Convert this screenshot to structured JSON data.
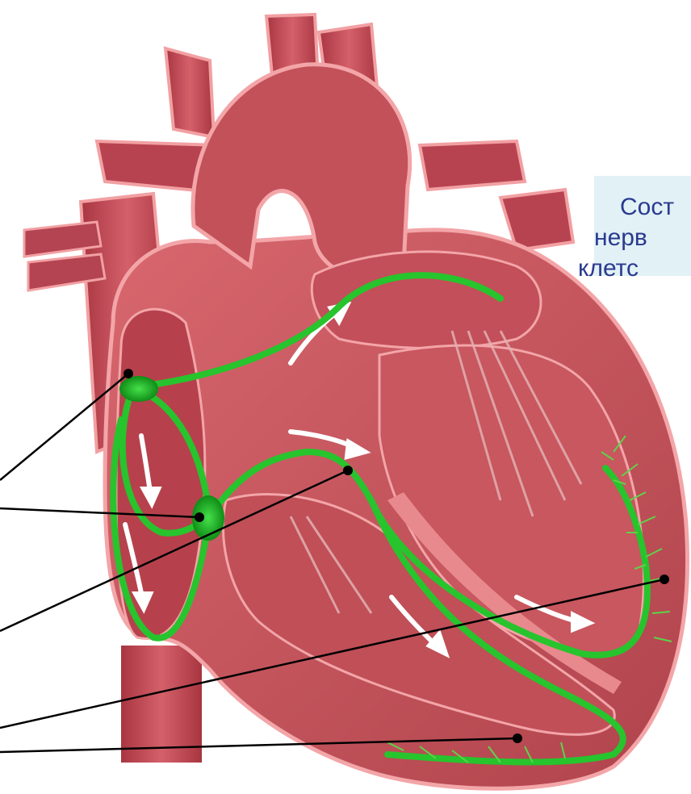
{
  "caption": {
    "lines": [
      "Сост",
      "нерв",
      "клетс"
    ]
  },
  "colors": {
    "muscle": "#c9575f",
    "muscle_dark": "#a03a45",
    "muscle_light": "#e7868b",
    "vessel": "#b8414b",
    "conduction": "#27c42d",
    "conduction_dark": "#12951a",
    "arrow": "#ffffff",
    "pointer_line": "#000000",
    "caption_bg": "#e1f1f6",
    "caption_text": "#2b3a8f"
  },
  "labels": {
    "markers": [
      "sinoatrial-node-marker",
      "atrioventricular-node-marker",
      "bundle-of-his-marker",
      "purkinje-fibers-marker",
      "apex-fibers-marker"
    ]
  }
}
